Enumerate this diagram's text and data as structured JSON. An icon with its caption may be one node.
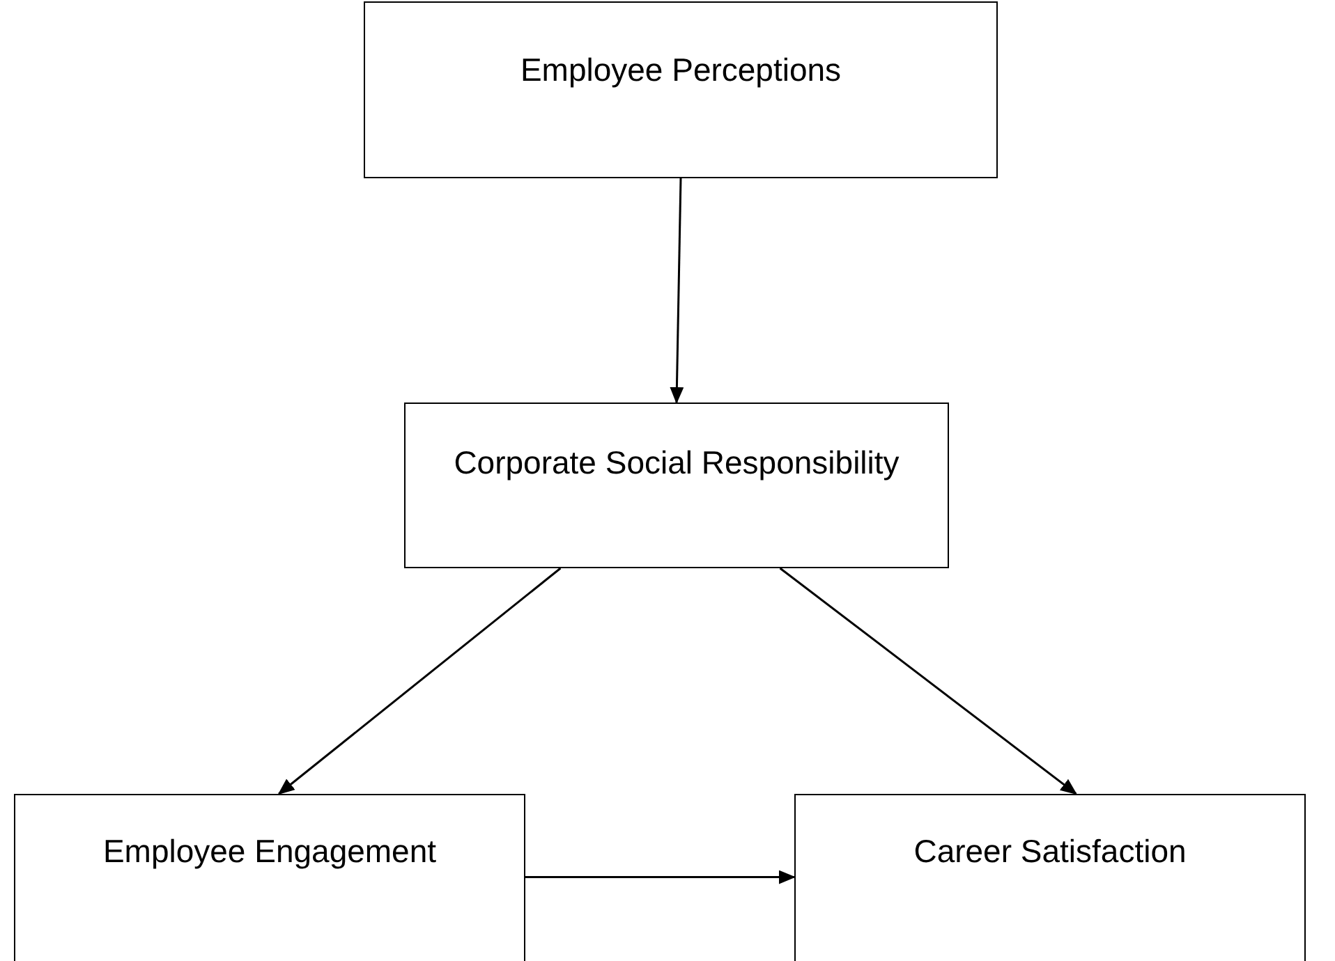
{
  "diagram": {
    "nodes": [
      {
        "text": [
          "Employee Perceptions"
        ]
      },
      {
        "text": [
          "Corporate Social Responsibility"
        ]
      },
      {
        "text": [
          "Employee Engagement"
        ]
      },
      {
        "text": [
          "Career Satisfaction"
        ]
      }
    ],
    "edges": [
      {
        "from": 0,
        "to": 1,
        "arrow": "to"
      },
      {
        "from": 1,
        "to": 2,
        "arrow": "to"
      },
      {
        "from": 1,
        "to": 3,
        "arrow": "to"
      },
      {
        "from": 2,
        "to": 3,
        "arrow": "to"
      }
    ]
  }
}
